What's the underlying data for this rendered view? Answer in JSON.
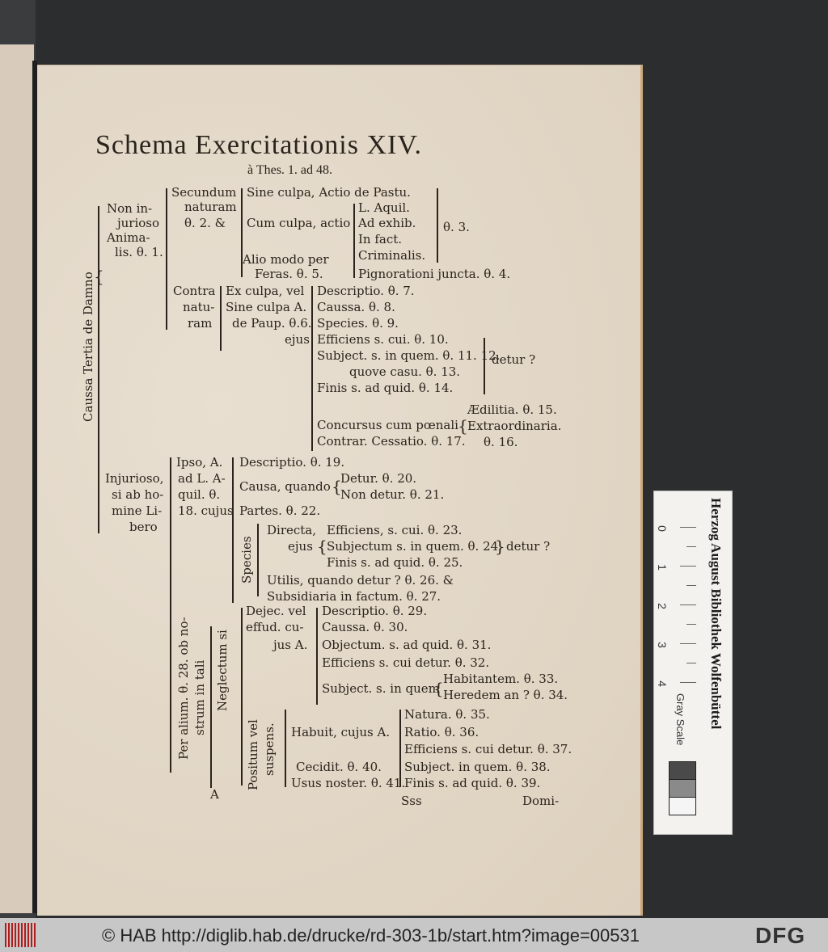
{
  "document": {
    "title": "Schema Exercitationis XIV.",
    "subtitle": "à Thes. 1. ad 48.",
    "root_label": "Caussa Tertia de Damno",
    "signature": "Sss",
    "catchword": "Domi-"
  },
  "section1": {
    "label": [
      "Non in-",
      "jurioso",
      "Anima-",
      "lis. θ. 1."
    ],
    "secundum": [
      "Secundum",
      "naturam",
      "θ. 2. &"
    ],
    "sine_culpa": "Sine culpa, Actio de Pastu.",
    "cum_culpa": "Cum culpa, actio",
    "alio_modo": [
      "Alio modo per",
      "Feras. θ. 5."
    ],
    "actio_items": [
      "L. Aquil.",
      "Ad exhib.",
      "In fact.",
      "Criminalis."
    ],
    "actio_ref": "θ. 3.",
    "pignorationi": "Pignorationi juncta. θ. 4.",
    "contra": [
      "Contra",
      "natu-",
      "ram"
    ],
    "ex_culpa": [
      "Ex culpa, vel",
      "Sine culpa A.",
      "de Paup. θ.6.",
      "ejus"
    ],
    "ex_culpa_items": [
      "Descriptio. θ. 7.",
      "Caussa. θ. 8.",
      "Species. θ. 9.",
      "Efficiens s. cui. θ. 10.",
      "Subject. s. in quem. θ. 11. 12.",
      "quove casu. θ. 13.",
      "Finis s. ad quid. θ. 14."
    ],
    "detur": "detur ?",
    "concursus": "Concursus cum pœnali",
    "contrar": "Contrar. Cessatio. θ. 17.",
    "concursus_items": [
      "Ædilitia. θ. 15.",
      "Extraordinaria.",
      "θ. 16."
    ]
  },
  "section2": {
    "label": [
      "Injurioso,",
      "si ab ho-",
      "mine Li-",
      "bero"
    ],
    "ipso": [
      "Ipso, A.",
      "ad L. A-",
      "quil. θ.",
      "18. cujus"
    ],
    "ipso_items": [
      "Descriptio. θ. 19.",
      "Causa, quando",
      "Partes. θ. 22."
    ],
    "causa_items": [
      "Detur. θ. 20.",
      "Non detur. θ. 21."
    ],
    "species_label": "Species",
    "directa": [
      "Directa,",
      "ejus"
    ],
    "directa_items": [
      "Efficiens, s. cui. θ. 23.",
      "Subjectum s. in quem. θ. 24.",
      "Finis s. ad quid. θ. 25."
    ],
    "detur": "detur ?",
    "utilis": "Utilis, quando detur ? θ. 26. &",
    "subsidiaria": "Subsidiaria in factum. θ. 27.",
    "per_alium": "Per alium. θ. 28. ob no-",
    "per_alium2": "strum in tali",
    "neglectum": "Neglectum si",
    "dejec": [
      "Dejec. vel",
      "effud. cu-",
      "jus A."
    ],
    "dejec_items": [
      "Descriptio. θ. 29.",
      "Caussa. θ. 30.",
      "Objectum. s. ad quid. θ. 31.",
      "Efficiens s. cui detur. θ. 32.",
      "Subject. s. in quem"
    ],
    "subject_items": [
      "Habitantem. θ. 33.",
      "Heredem an ? θ. 34."
    ],
    "positum": [
      "Positum vel",
      "suspens."
    ],
    "habuit": "Habuit, cujus A.",
    "habuit_items": [
      "Natura. θ. 35.",
      "Ratio. θ. 36.",
      "Efficiens s. cui detur. θ. 37.",
      "Subject. in quem. θ. 38.",
      "Finis s. ad quid. θ. 39."
    ],
    "cecidit": "Cecidit. θ. 40.",
    "usus": "Usus noster. θ. 41.",
    "a_mark": "A"
  },
  "ruler": {
    "title": "Herzog August Bibliothek Wolfenbüttel",
    "numbers": [
      "0",
      "1",
      "2",
      "3",
      "4"
    ],
    "grayscale_label": "Gray Scale",
    "swatches": [
      "#4a4a4a",
      "#8a8a8a",
      "#f5f5f5"
    ]
  },
  "footer": {
    "credit": "© HAB http://diglib.hab.de/drucke/rd-303-1b/start.htm?image=00531",
    "logo_right": "DFG",
    "accent": "#b11c1c"
  }
}
